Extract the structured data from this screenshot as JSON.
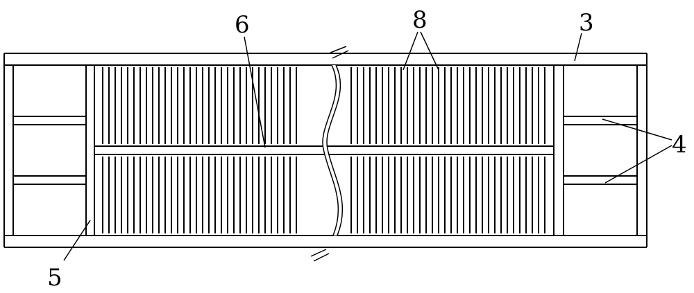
{
  "callouts": {
    "frame": "3",
    "crossbar": "4",
    "side_plate": "5",
    "middle_beam": "6",
    "fins": "8"
  },
  "colors": {
    "line": "#000000",
    "background": "#ffffff"
  }
}
